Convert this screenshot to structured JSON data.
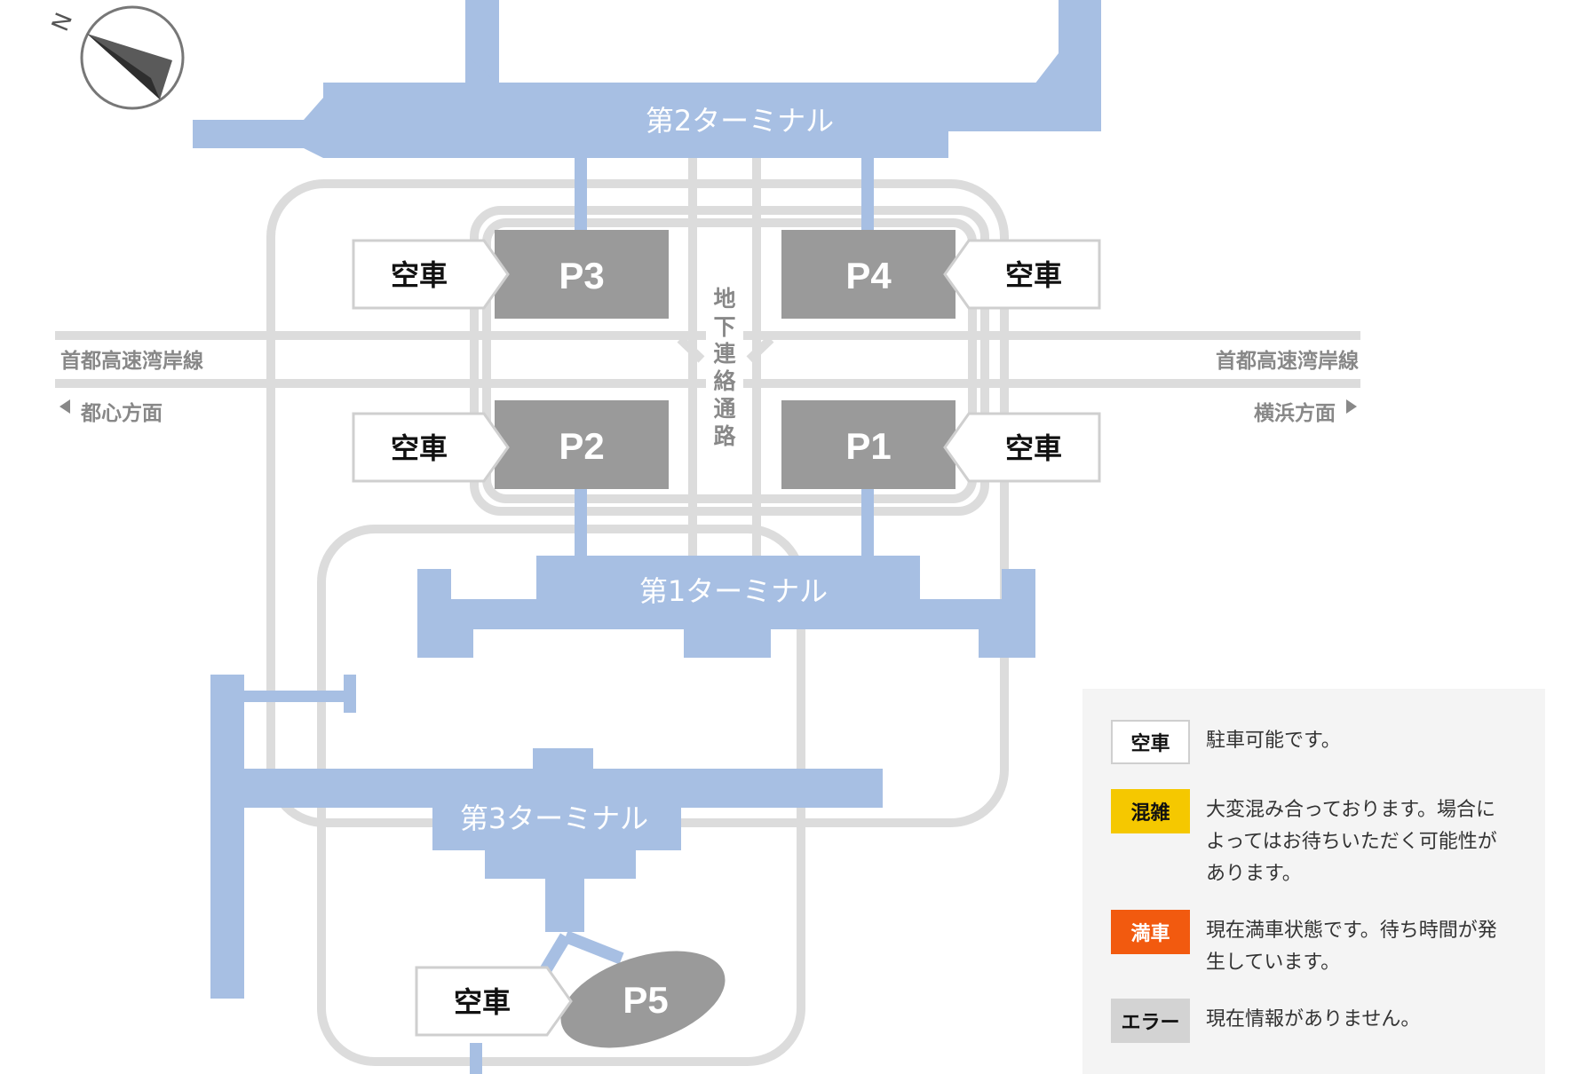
{
  "colors": {
    "terminal": "#a7bfe3",
    "road": "#dcdcdc",
    "parking": "#9a9a9a",
    "status_vacant": "#ffffff",
    "status_crowded": "#f5c800",
    "status_full": "#f25a0f",
    "status_error": "#d3d3d3"
  },
  "compass": {
    "label": "N",
    "icon": "compass-needle-icon"
  },
  "terminals": {
    "t1": "第1ターミナル",
    "t2": "第2ターミナル",
    "t3": "第3ターミナル"
  },
  "underground_passage": [
    "地",
    "下",
    "連",
    "絡",
    "通",
    "路"
  ],
  "highway": {
    "left_label": "首都高速湾岸線",
    "right_label": "首都高速湾岸線",
    "left_direction": "都心方面",
    "right_direction": "横浜方面",
    "left_arrow_icon": "triangle-left-icon",
    "right_arrow_icon": "triangle-right-icon"
  },
  "parking_lots": [
    {
      "id": "P1",
      "name": "P1",
      "status": "空車"
    },
    {
      "id": "P2",
      "name": "P2",
      "status": "空車"
    },
    {
      "id": "P3",
      "name": "P3",
      "status": "空車"
    },
    {
      "id": "P4",
      "name": "P4",
      "status": "空車"
    },
    {
      "id": "P5",
      "name": "P5",
      "status": "空車"
    }
  ],
  "legend": {
    "items": [
      {
        "label": "空車",
        "description": "駐車可能です。",
        "style": "vacant"
      },
      {
        "label": "混雑",
        "description": "大変混み合っております。場合によってはお待ちいただく可能性があります。",
        "style": "crowded"
      },
      {
        "label": "満車",
        "description": "現在満車状態です。待ち時間が発生しています。",
        "style": "full"
      },
      {
        "label": "エラー",
        "description": "現在情報がありません。",
        "style": "error"
      }
    ]
  }
}
